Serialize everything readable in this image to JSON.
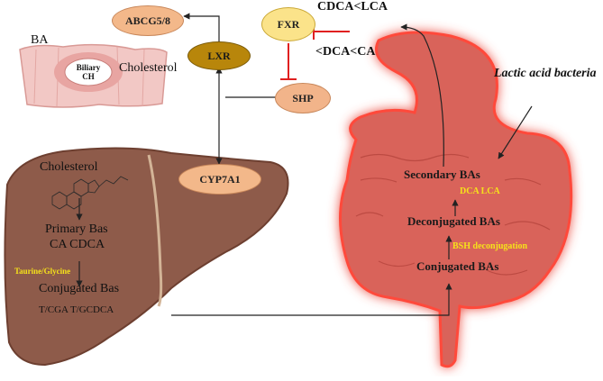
{
  "intestine_cell": {
    "ba": "BA",
    "inner": "Biliary\nCH",
    "cholesterol": "Cholesterol"
  },
  "nodes": {
    "abcg": "ABCG5/8",
    "lxr": "LXR",
    "fxr": "FXR",
    "shp": "SHP",
    "cyp": "CYP7A1"
  },
  "labels": {
    "cdca_lca": "CDCA<LCA",
    "dca_ca": "<DCA<CA",
    "lactic": "Lactic acid bacteria"
  },
  "liver": {
    "cholesterol": "Cholesterol",
    "primary": "Primary Bas",
    "ca_cdca": "CA CDCA",
    "taurine": "Taurine/Glycine",
    "conjugated": "Conjugated Bas",
    "tcga": "T/CGA T/GCDCA"
  },
  "gut": {
    "secondary": "Secondary BAs",
    "dca_lca": "DCA LCA",
    "deconjugated": "Deconjugated BAs",
    "bsh": "BSH deconjugation",
    "conjugated": "Conjugated BAs"
  },
  "colors": {
    "liver": "#8e5b4a",
    "liver_dark": "#6d3f30",
    "cell_bg": "#f2c8c5",
    "cell_nucleus": "#e8a5a2",
    "node_abcg": "#f3b88a",
    "node_lxr": "#b8860b",
    "node_fxr": "#fbe38a",
    "node_shp": "#f2b48a",
    "node_cyp": "#f3b88a",
    "inhibit": "#e02020",
    "yellow_text": "#f5e21a",
    "gut": "#d9635a",
    "gut_glow": "#ff4a3a"
  }
}
